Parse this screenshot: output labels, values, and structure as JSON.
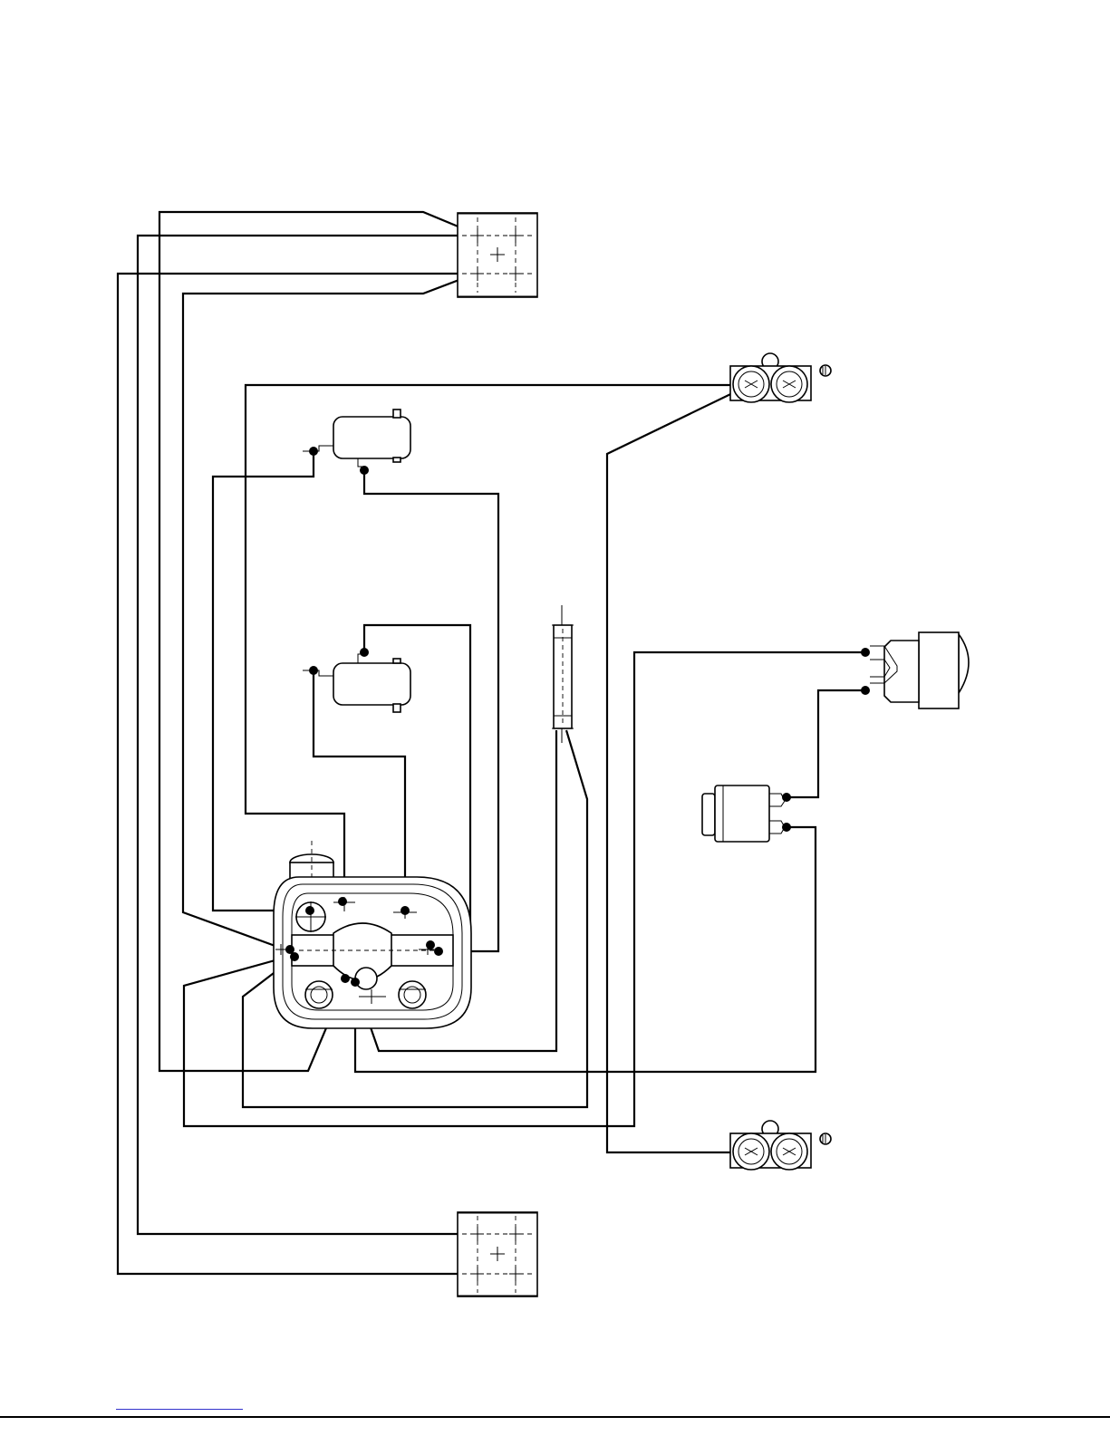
{
  "diagram": {
    "type": "wiring-diagram",
    "colors": {
      "line": "#000000",
      "background": "#ffffff",
      "link_underline": "#3333cc"
    },
    "components": [
      "terminal-block-top",
      "terminal-block-bottom",
      "ground-terminal-top",
      "ground-terminal-bottom",
      "relay-upper",
      "relay-lower",
      "fuse-holder",
      "lamp-socket",
      "push-switch",
      "central-switch-housing"
    ],
    "icons": [
      "ground-symbol",
      "connection-dot"
    ]
  }
}
